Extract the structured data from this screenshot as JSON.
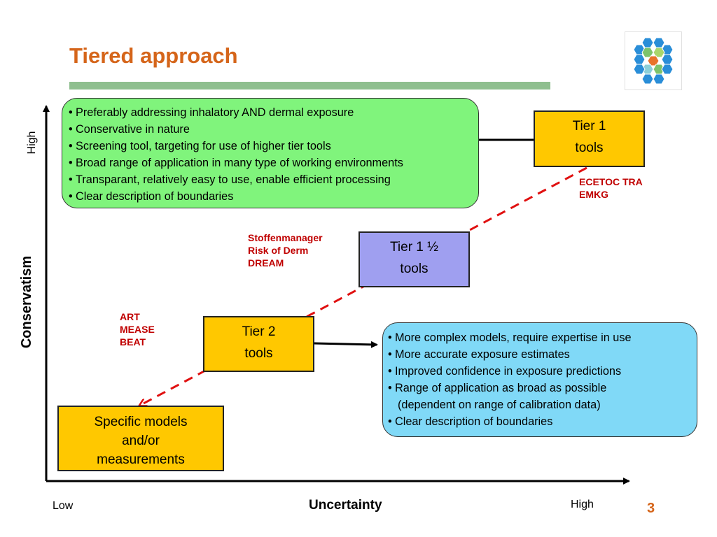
{
  "title": "Tiered approach",
  "page_number": "3",
  "axes": {
    "x_label": "Uncertainty",
    "x_low": "Low",
    "x_high": "High",
    "y_label": "Conservatism",
    "y_high": "High"
  },
  "tiers": {
    "tier1": {
      "line1": "Tier 1",
      "line2": "tools"
    },
    "tier1_5": {
      "line1": "Tier 1 ½",
      "line2": "tools"
    },
    "tier2": {
      "line1": "Tier 2",
      "line2": "tools"
    },
    "specific": {
      "line1": "Specific models",
      "line2": "and/or",
      "line3": "measurements"
    }
  },
  "tool_labels": {
    "tier1": [
      "ECETOC TRA",
      "EMKG"
    ],
    "tier1_5": [
      "Stoffenmanager",
      "Risk of Derm",
      "DREAM"
    ],
    "tier2": [
      "ART",
      "MEASE",
      "BEAT"
    ]
  },
  "green_panel": {
    "items": [
      "Preferably addressing inhalatory AND dermal exposure",
      "Conservative in nature",
      "Screening tool, targeting for use of higher tier tools",
      "Broad range of application in many type of working environments",
      "Transparant, relatively easy to use, enable efficient processing",
      "Clear description of boundaries"
    ]
  },
  "blue_panel": {
    "items": [
      "More complex models, require expertise in use",
      "More accurate exposure estimates",
      "Improved confidence in exposure predictions",
      "Range of application as broad as possible",
      "(dependent on range of calibration data)",
      "Clear description of boundaries"
    ]
  },
  "colors": {
    "title": "#d5651a",
    "title_bar": "#8fbf8f",
    "green_panel": "#80f47c",
    "blue_panel": "#80d9f7",
    "tier_box": "#ffc800",
    "tier1_5_box": "#9f9ff0",
    "tool_label": "#c00000",
    "dashed_arrow": "#e01010"
  },
  "logo_icon": "hexagon-cluster-logo"
}
